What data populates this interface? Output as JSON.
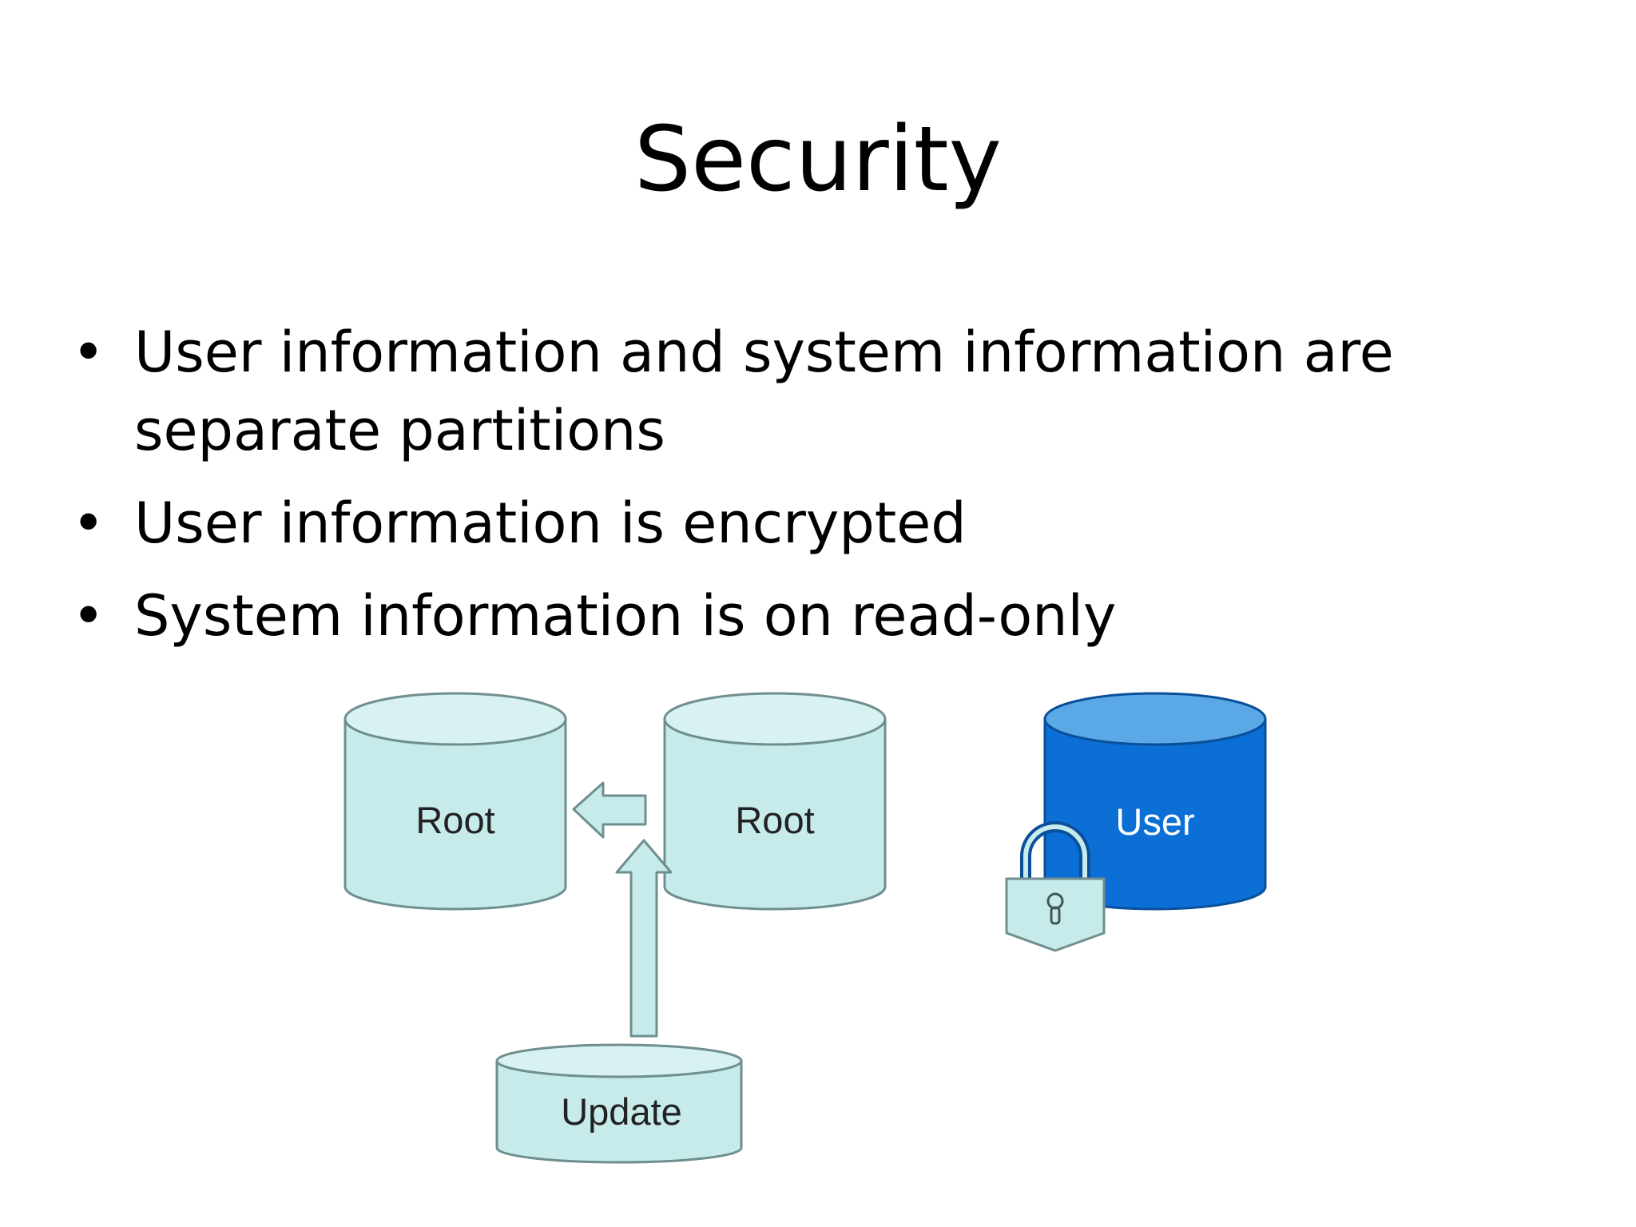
{
  "slide": {
    "title": "Security",
    "bullets": [
      "User information and system information are separate partitions",
      "User information is encrypted",
      "System information is on read-only"
    ]
  },
  "diagram": {
    "cylinders": [
      {
        "label": "Root",
        "role": "active-system-partition"
      },
      {
        "label": "Root",
        "role": "updated-system-partition"
      },
      {
        "label": "User",
        "role": "encrypted-user-partition"
      },
      {
        "label": "Update",
        "role": "update-source"
      }
    ],
    "colors": {
      "system_fill": "#c6ebea",
      "system_stroke": "#6f8f8f",
      "user_fill": "#0b6fd6",
      "user_top": "#5aa8e6",
      "user_text": "#ffffff",
      "lock_fill": "#c6ebea"
    },
    "icons": [
      "left-arrow-icon",
      "up-arrow-icon",
      "padlock-icon"
    ]
  }
}
